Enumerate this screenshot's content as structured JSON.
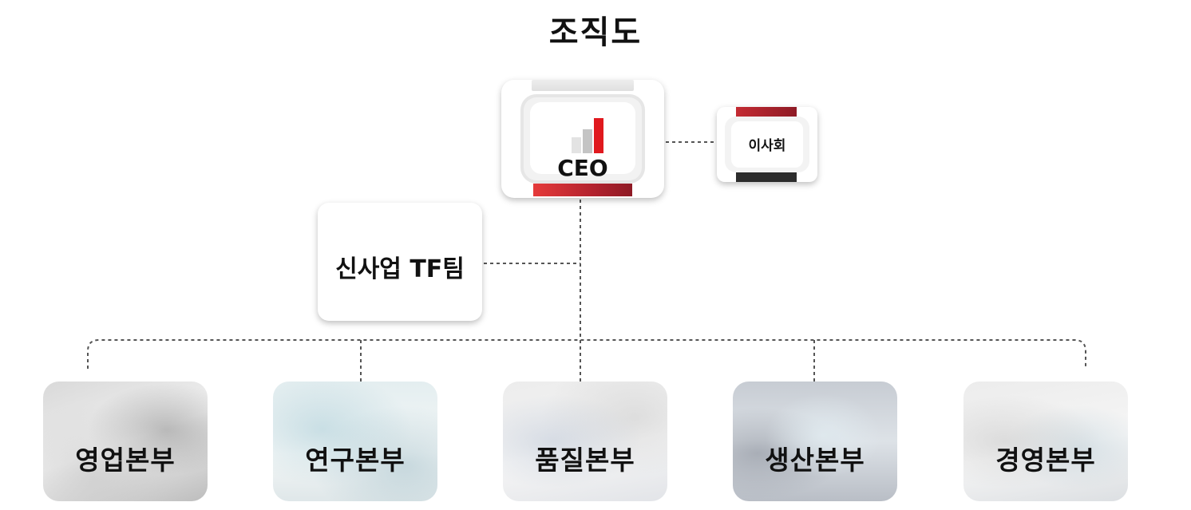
{
  "title": "조직도",
  "ceo": {
    "label": "CEO",
    "icon": "bar-chart-icon"
  },
  "board": {
    "label": "이사회"
  },
  "tf_team": {
    "label": "신사업 TF팀"
  },
  "divisions": [
    {
      "label": "영업본부"
    },
    {
      "label": "연구본부"
    },
    {
      "label": "품질본부"
    },
    {
      "label": "생산본부"
    },
    {
      "label": "경영본부"
    }
  ],
  "colors": {
    "accent_red": "#e0191e",
    "dark_red": "#8e1a25",
    "dark_gray": "#2c2c2c",
    "connector": "#555555"
  }
}
